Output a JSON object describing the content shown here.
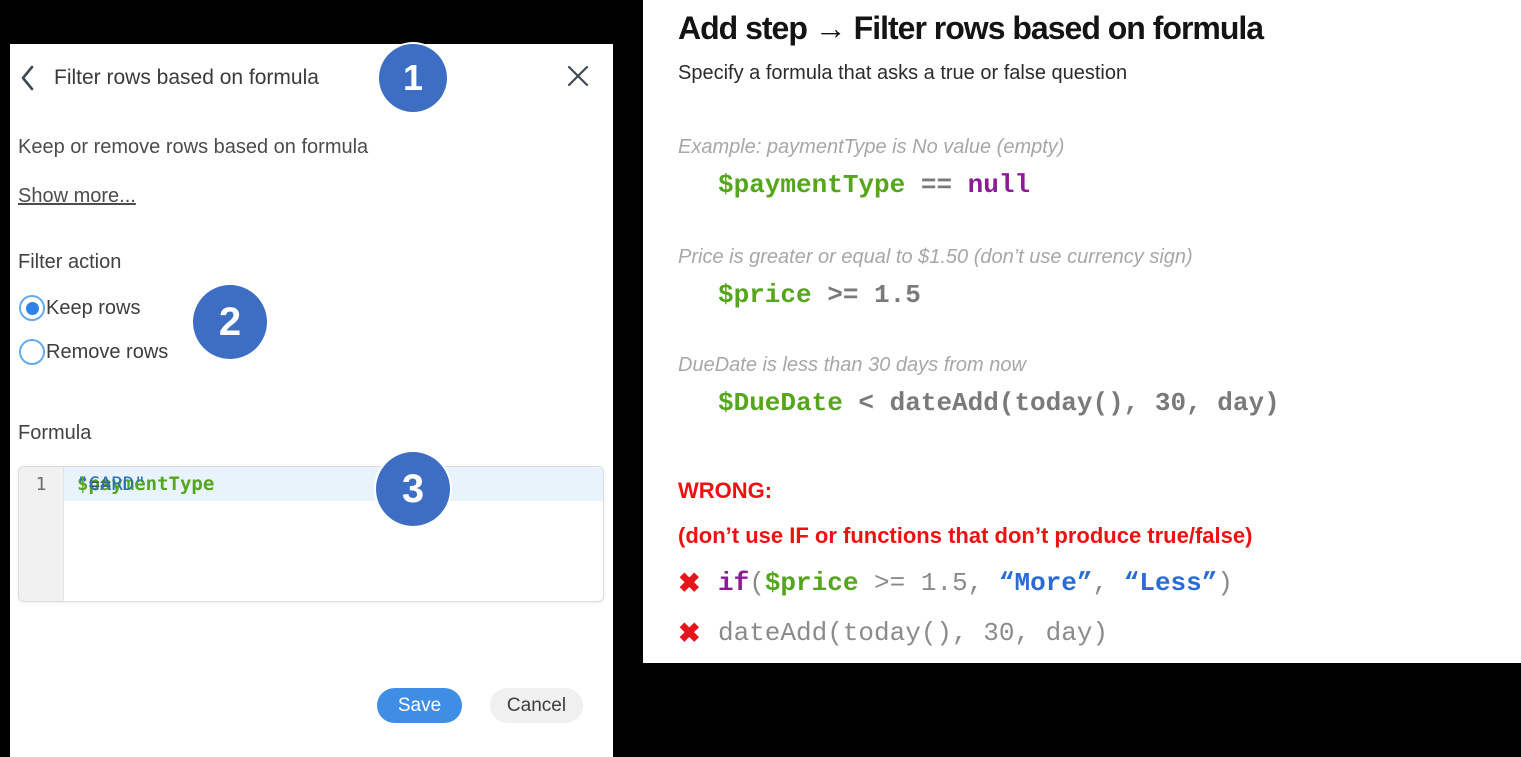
{
  "colors": {
    "background": "#000000",
    "badge_blue": "#3d6ec3",
    "save_blue": "#3f8ee6",
    "radio_blue": "#2e82e8",
    "error_red": "#ee1111",
    "code_green": "#55a51d",
    "code_purple": "#8e1b96",
    "code_blue": "#2a6cd5",
    "active_line": "#e9f3fc"
  },
  "dialog": {
    "back_icon": "chevron-left",
    "title": "Filter rows based on formula",
    "close_icon": "close-x",
    "badges": {
      "one": "1",
      "two": "2",
      "three": "3"
    },
    "description": "Keep or remove rows based on formula",
    "show_more_label": "Show more...",
    "filter_action_label": "Filter action",
    "radios": [
      {
        "label": "Keep rows",
        "selected": true
      },
      {
        "label": "Remove rows",
        "selected": false
      }
    ],
    "formula_label": "Formula",
    "editor": {
      "line_number": "1",
      "tokens": [
        {
          "t": "$paymentType",
          "c": "green"
        },
        {
          "t": " == ",
          "c": "slate"
        },
        {
          "t": "\"CARD\"",
          "c": "blue"
        }
      ]
    },
    "save_label": "Save",
    "cancel_label": "Cancel"
  },
  "guide": {
    "title": "Add step → Filter rows based on formula",
    "subtitle": "Specify a formula that asks a true or false question",
    "examples": [
      {
        "caption": "Example: paymentType is No value (empty)",
        "tokens": [
          {
            "t": "$paymentType",
            "c": "green"
          },
          {
            "t": " == ",
            "c": "gray"
          },
          {
            "t": "null",
            "c": "purple"
          }
        ]
      },
      {
        "caption": "Price is greater or equal to $1.50 (don’t use currency sign)",
        "tokens": [
          {
            "t": "$price",
            "c": "green"
          },
          {
            "t": " >= 1.5",
            "c": "gray"
          }
        ]
      },
      {
        "caption": "DueDate is less than 30 days from now",
        "tokens": [
          {
            "t": "$DueDate",
            "c": "green"
          },
          {
            "t": " < dateAdd(today(), 30, day)",
            "c": "gray"
          }
        ]
      }
    ],
    "wrong": {
      "heading": "WRONG:",
      "subheading": "(don’t use IF or functions that don’t produce true/false)",
      "x_icon": "✖",
      "lines": [
        {
          "tokens": [
            {
              "t": "if",
              "c": "purple"
            },
            {
              "t": "(",
              "c": "dim"
            },
            {
              "t": "$price",
              "c": "green"
            },
            {
              "t": " >= 1.5, ",
              "c": "dim"
            },
            {
              "t": "“More”",
              "c": "blue2"
            },
            {
              "t": ", ",
              "c": "dim"
            },
            {
              "t": "“Less”",
              "c": "blue2"
            },
            {
              "t": ")",
              "c": "dim"
            }
          ]
        },
        {
          "tokens": [
            {
              "t": "dateAdd(today(), 30, day)",
              "c": "dim"
            }
          ]
        }
      ]
    }
  }
}
